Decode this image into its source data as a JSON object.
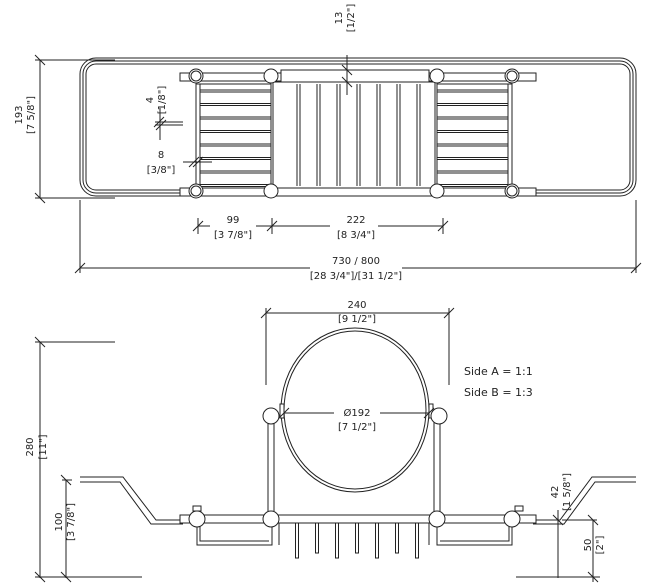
{
  "top_view": {
    "dim_height": {
      "value": "193",
      "imperial": "[7 5/8\"]"
    },
    "dim_bar": {
      "value": "13",
      "imperial": "[1/2\"]"
    },
    "dim_slat": {
      "value": "4",
      "imperial": "[1/8\"]"
    },
    "dim_gap": {
      "value": "8",
      "imperial": "[3/8\"]"
    },
    "dim_tray": {
      "value": "99",
      "imperial": "[3 7/8\"]"
    },
    "dim_center": {
      "value": "222",
      "imperial": "[8 3/4\"]"
    },
    "dim_length": {
      "value": "730 / 800",
      "imperial": "[28 3/4\"]/[31 1/2\"]"
    }
  },
  "side_view": {
    "dim_mirror_width": {
      "value": "240",
      "imperial": "[9 1/2\"]"
    },
    "dim_mirror_diameter": {
      "value": "Ø192",
      "imperial": "[7 1/2\"]"
    },
    "dim_total_height": {
      "value": "280",
      "imperial": "[11\"]"
    },
    "dim_rim_height": {
      "value": "100",
      "imperial": "[3 7/8\"]"
    },
    "dim_step": {
      "value": "42",
      "imperial": "[1 5/8\"]"
    },
    "dim_basket": {
      "value": "50",
      "imperial": "[2\"]"
    },
    "scale_notes": [
      "Side A = 1:1",
      "Side B = 1:3"
    ]
  }
}
